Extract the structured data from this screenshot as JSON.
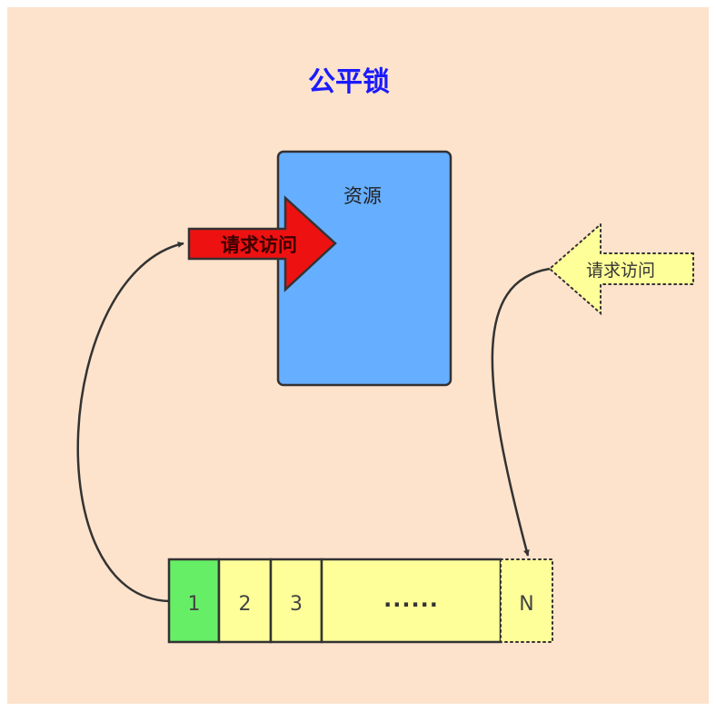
{
  "title": "公平锁",
  "resource": {
    "label": "资源"
  },
  "granted_request": {
    "label": "请求访问"
  },
  "new_request": {
    "label": "请求访问"
  },
  "queue": {
    "slots": [
      "1",
      "2",
      "3",
      "......",
      "N"
    ],
    "active_slot": "1",
    "tail_slot": "N"
  },
  "colors": {
    "background": "#fde3cb",
    "title": "#1a1aff",
    "resource_fill": "#66aeff",
    "granted_arrow": "#ee1111",
    "pending_fill": "#ffff99",
    "active_slot_fill": "#66ee66",
    "outline": "#333333"
  }
}
